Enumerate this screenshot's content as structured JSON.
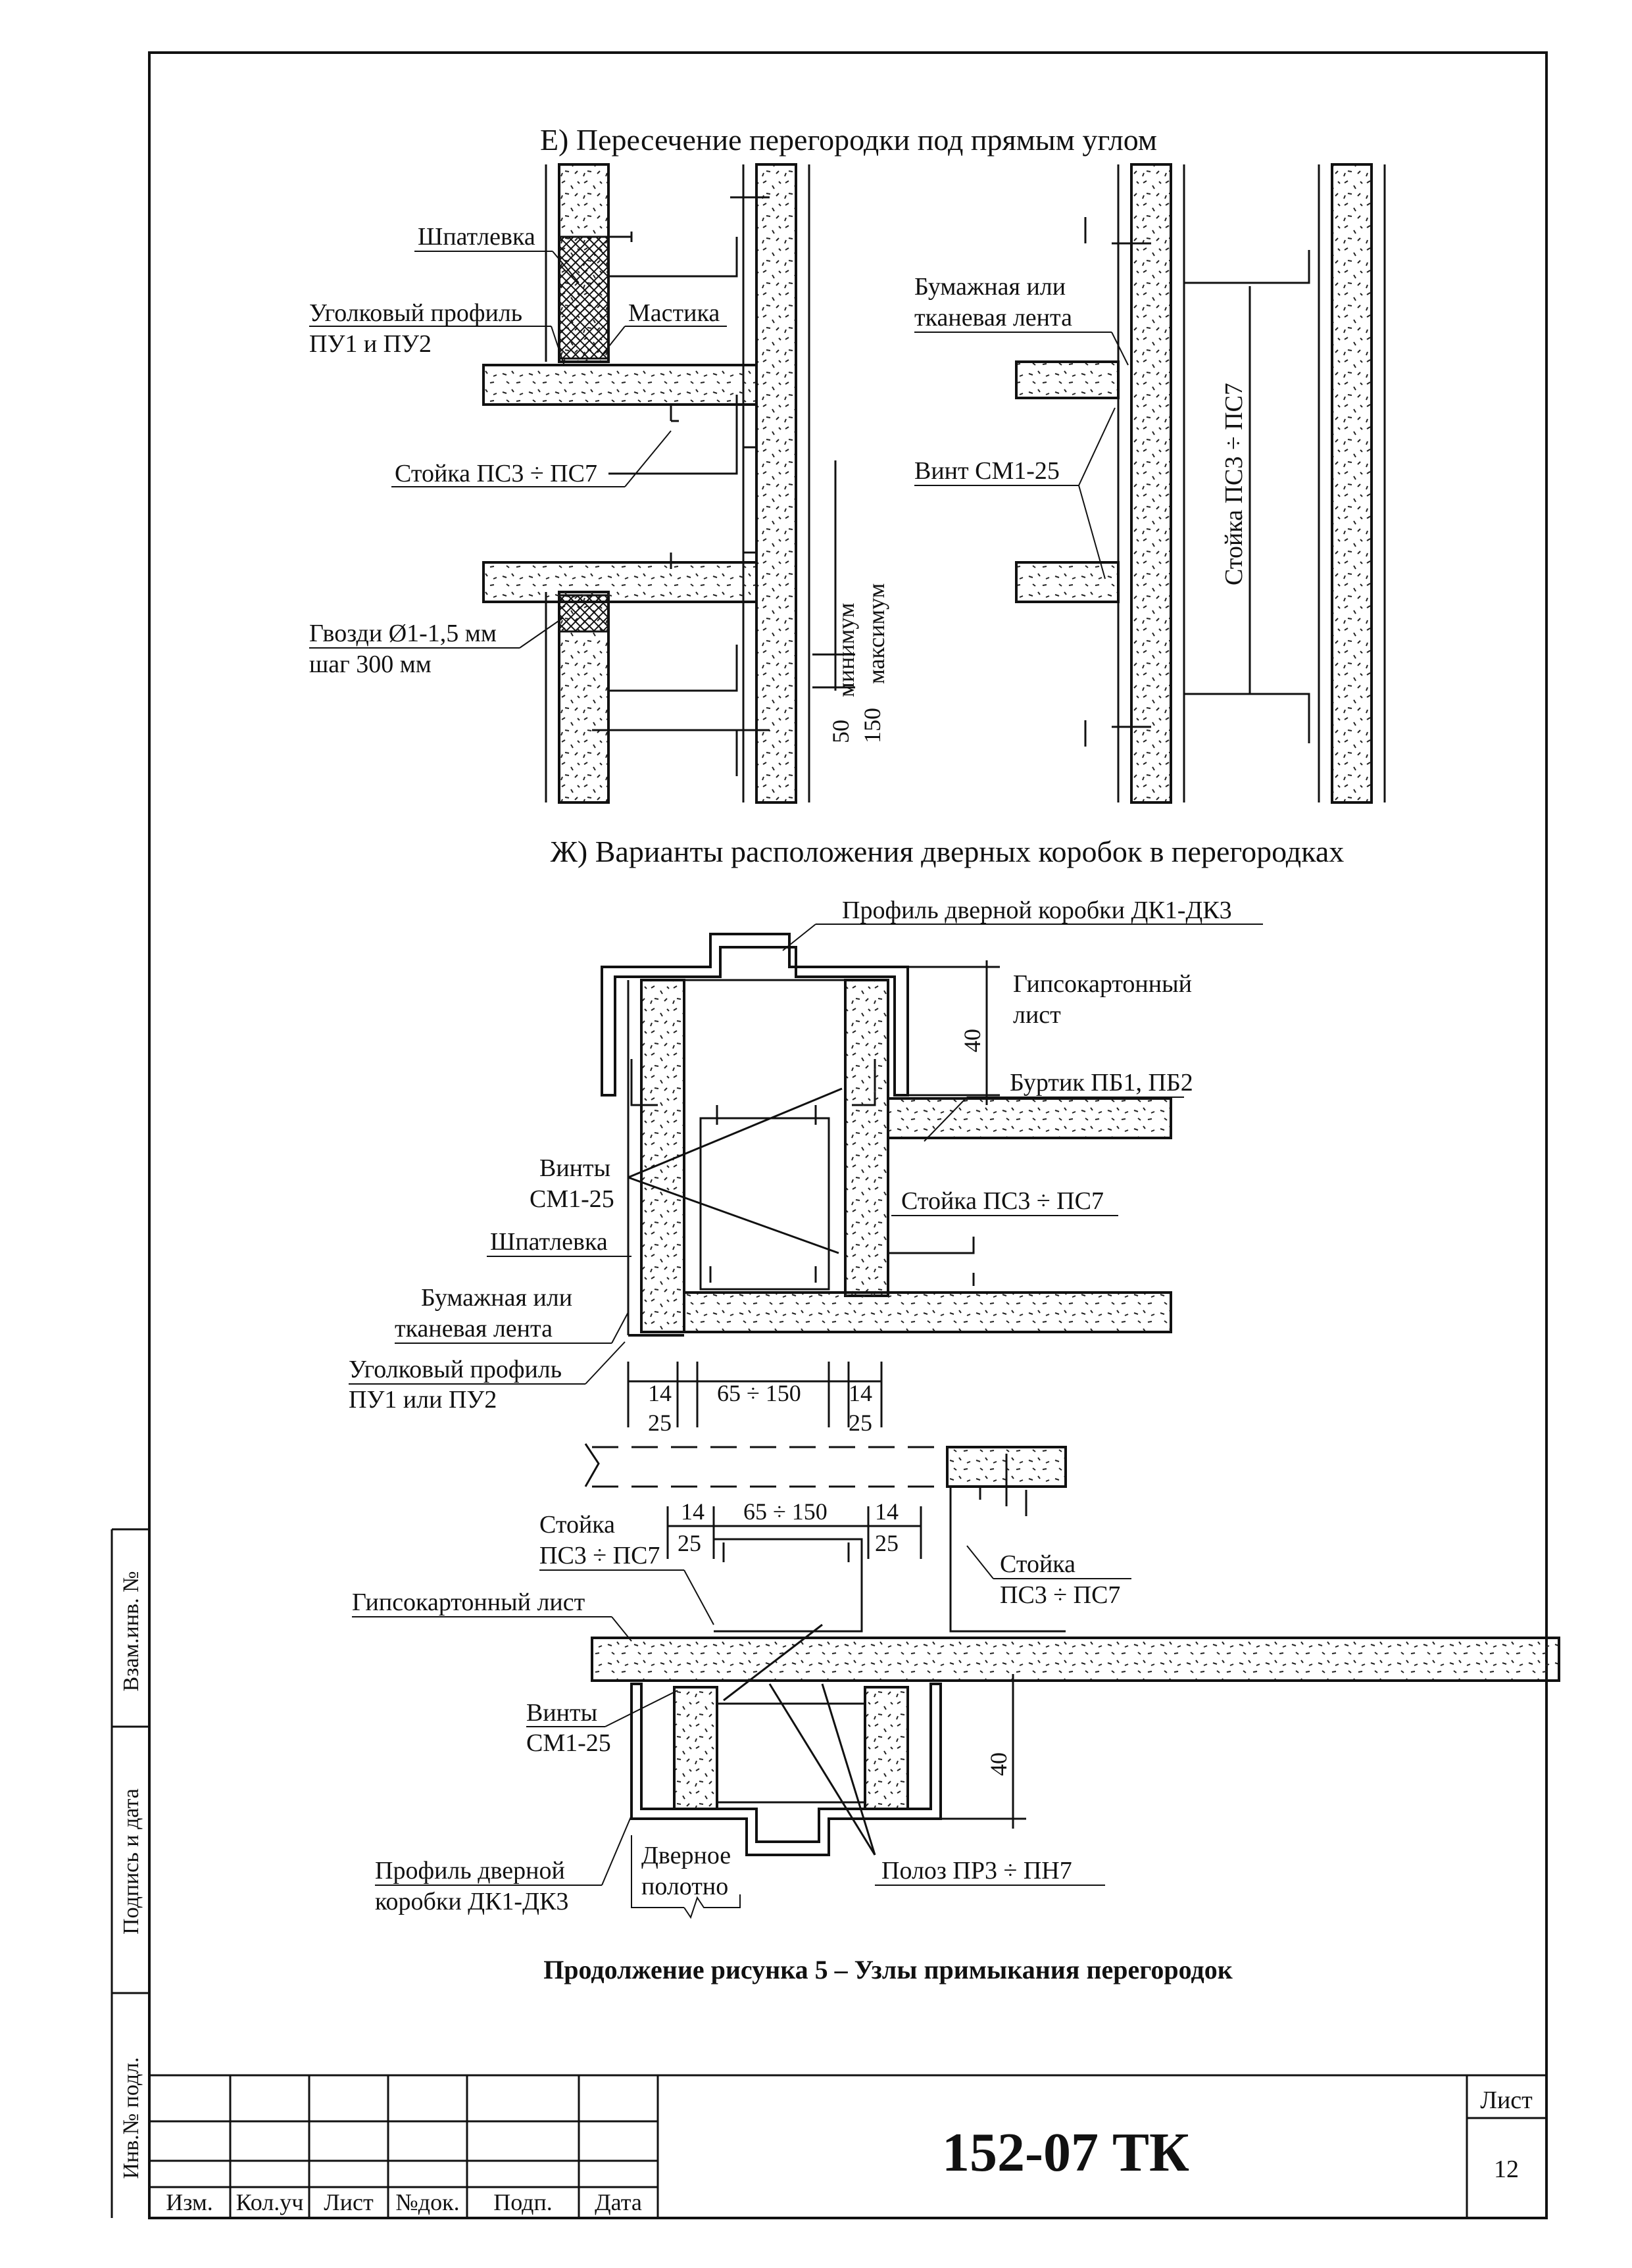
{
  "section_e": {
    "title": "Е) Пересечение перегородки под прямым углом",
    "labels": {
      "putty": "Шпатлевка",
      "corner_profile_1": "Уголковый профиль",
      "corner_profile_2": "ПУ1 и ПУ2",
      "mastic": "Мастика",
      "stud": "Стойка ПС3 ÷ ПС7",
      "nails_1": "Гвозди Ø1-1,5 мм",
      "nails_2": "шаг 300 мм",
      "tape_1": "Бумажная или",
      "tape_2": "тканевая лента",
      "screw": "Винт СМ1-25",
      "stud_vertical": "Стойка ПС3 ÷ ПС7",
      "min": "минимум",
      "max": "максимум",
      "d50": "50",
      "d150": "150"
    }
  },
  "section_zh": {
    "title": "Ж) Варианты расположения дверных коробок в перегородках",
    "labels": {
      "door_profile": "Профиль дверной коробки ДК1-ДК3",
      "gkl_1": "Гипсокартонный",
      "gkl_2": "лист",
      "d40": "40",
      "bead": "Буртик ПБ1, ПБ2",
      "screws_1": "Винты",
      "screws_2": "СМ1-25",
      "stud": "Стойка ПС3 ÷ ПС7",
      "putty": "Шпатлевка",
      "tape_1": "Бумажная или",
      "tape_2": "тканевая лента",
      "corner_1": "Уголковый профиль",
      "corner_2": "ПУ1 или ПУ2",
      "d14": "14",
      "d25": "25",
      "d65_150": "65 ÷ 150",
      "stud_a_1": "Стойка",
      "stud_a_2": "ПС3 ÷ ПС7",
      "stud_b_1": "Стойка",
      "stud_b_2": "ПС3 ÷ ПС7",
      "gkl_full": "Гипсокартонный лист",
      "screws2_1": "Винты",
      "screws2_2": "СМ1-25",
      "d40b": "40",
      "door_profile_1": "Профиль дверной",
      "door_profile_2": "коробки ДК1-ДК3",
      "leaf_1": "Дверное",
      "leaf_2": "полотно",
      "runner": "Полоз ПР3 ÷ ПН7"
    }
  },
  "caption": "Продолжение рисунка 5 – Узлы примыкания перегородок",
  "stamp": {
    "code": "152-07 ТК",
    "sheet_label": "Лист",
    "sheet_number": "12",
    "columns": [
      "Изм.",
      "Кол.уч",
      "Лист",
      "№док.",
      "Подп.",
      "Дата"
    ]
  },
  "side_strip": [
    "Взам.инв. №",
    "Подпись и дата",
    "Инв.№ подл."
  ]
}
